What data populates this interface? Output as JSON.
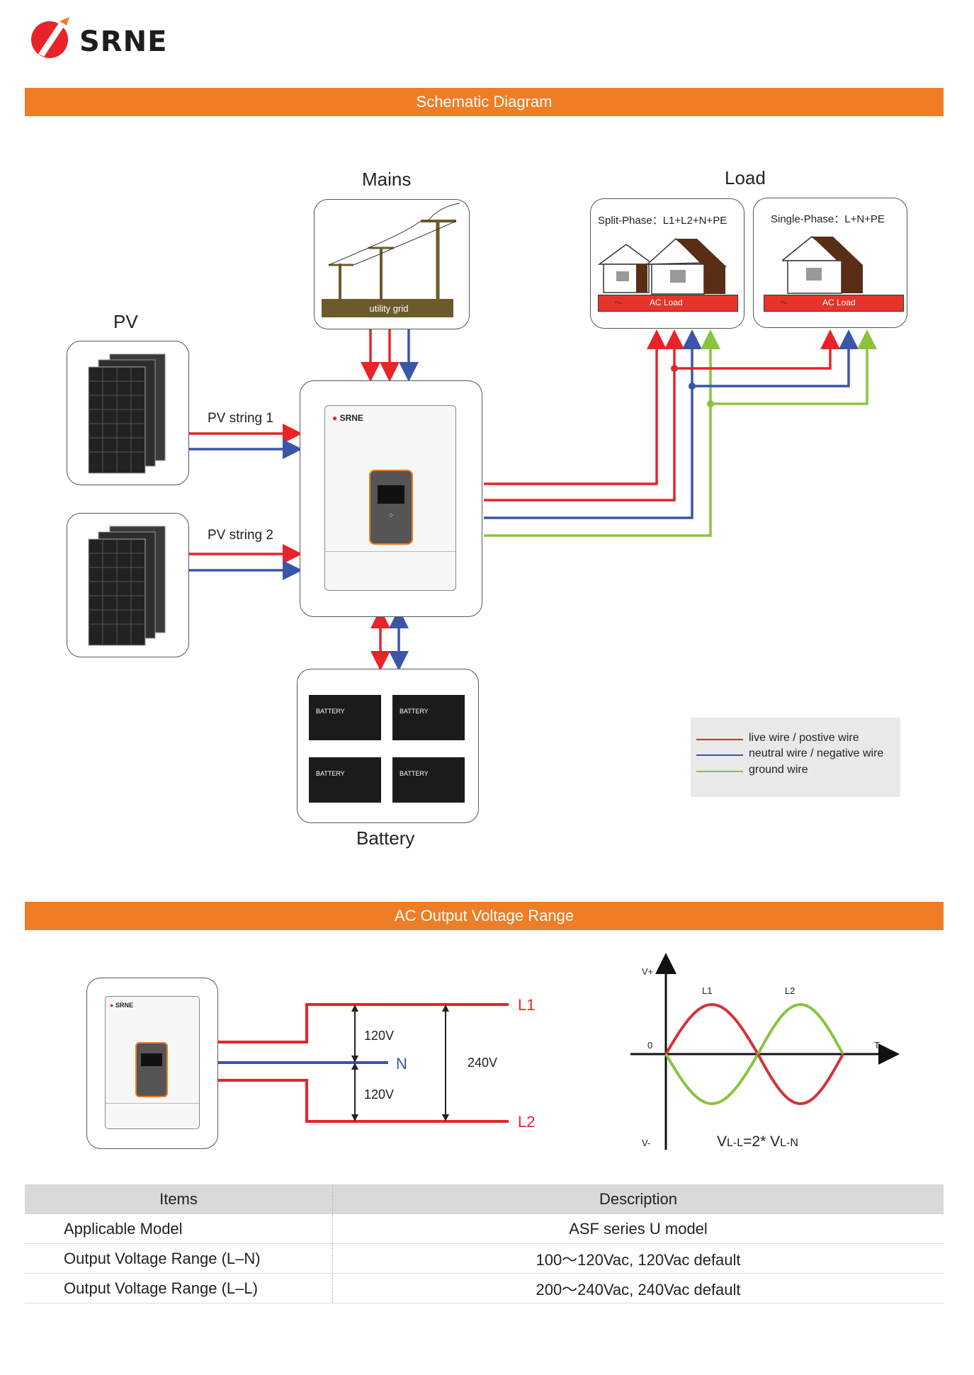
{
  "brand": {
    "logo_text": "SRNE",
    "orange": "#ef7d26",
    "red": "#e8232a"
  },
  "sections": {
    "schematic_title": "Schematic Diagram",
    "ac_title": "AC Output Voltage Range"
  },
  "schematic": {
    "mains_label": "Mains",
    "utility_grid": "utility grid",
    "load_label": "Load",
    "split_phase": "Split-Phase：L1+L2+N+PE",
    "single_phase": "Single-Phase：L+N+PE",
    "ac_load": "AC Load",
    "pv_label": "PV",
    "pv_string_1": "PV string 1",
    "pv_string_2": "PV string 2",
    "battery_label": "Battery",
    "battery_tag": "BATTERY",
    "inverter_logo": "SRNE"
  },
  "legend": [
    {
      "text": "live wire / postive wire",
      "color": "#e8232a"
    },
    {
      "text": "neutral wire / negative wire",
      "color": "#3b55a8"
    },
    {
      "text": "ground wire",
      "color": "#8ac43f"
    }
  ],
  "ac_output": {
    "l1": "L1",
    "n": "N",
    "l2": "L2",
    "v120_top": "120V",
    "v120_bottom": "120V",
    "v240": "240V",
    "wave": {
      "vplus": "V+",
      "vminus": "V-",
      "zero": "0",
      "t": "T",
      "l1": "L1",
      "l2": "L2",
      "formula_pre": "V",
      "formula_sub1": "L-L",
      "formula_mid": "=2* V",
      "formula_sub2": "L-N"
    }
  },
  "table": {
    "headers": [
      "Items",
      "Description"
    ],
    "rows": [
      [
        "Applicable Model",
        "ASF series U model"
      ],
      [
        "Output Voltage Range (L–N)",
        "100～120Vac, 120Vac default"
      ],
      [
        "Output Voltage Range (L–L)",
        "200～240Vac,  240Vac default"
      ]
    ]
  },
  "colors": {
    "live": "#e8232a",
    "neutral": "#3b55a8",
    "ground": "#8ac43f"
  }
}
